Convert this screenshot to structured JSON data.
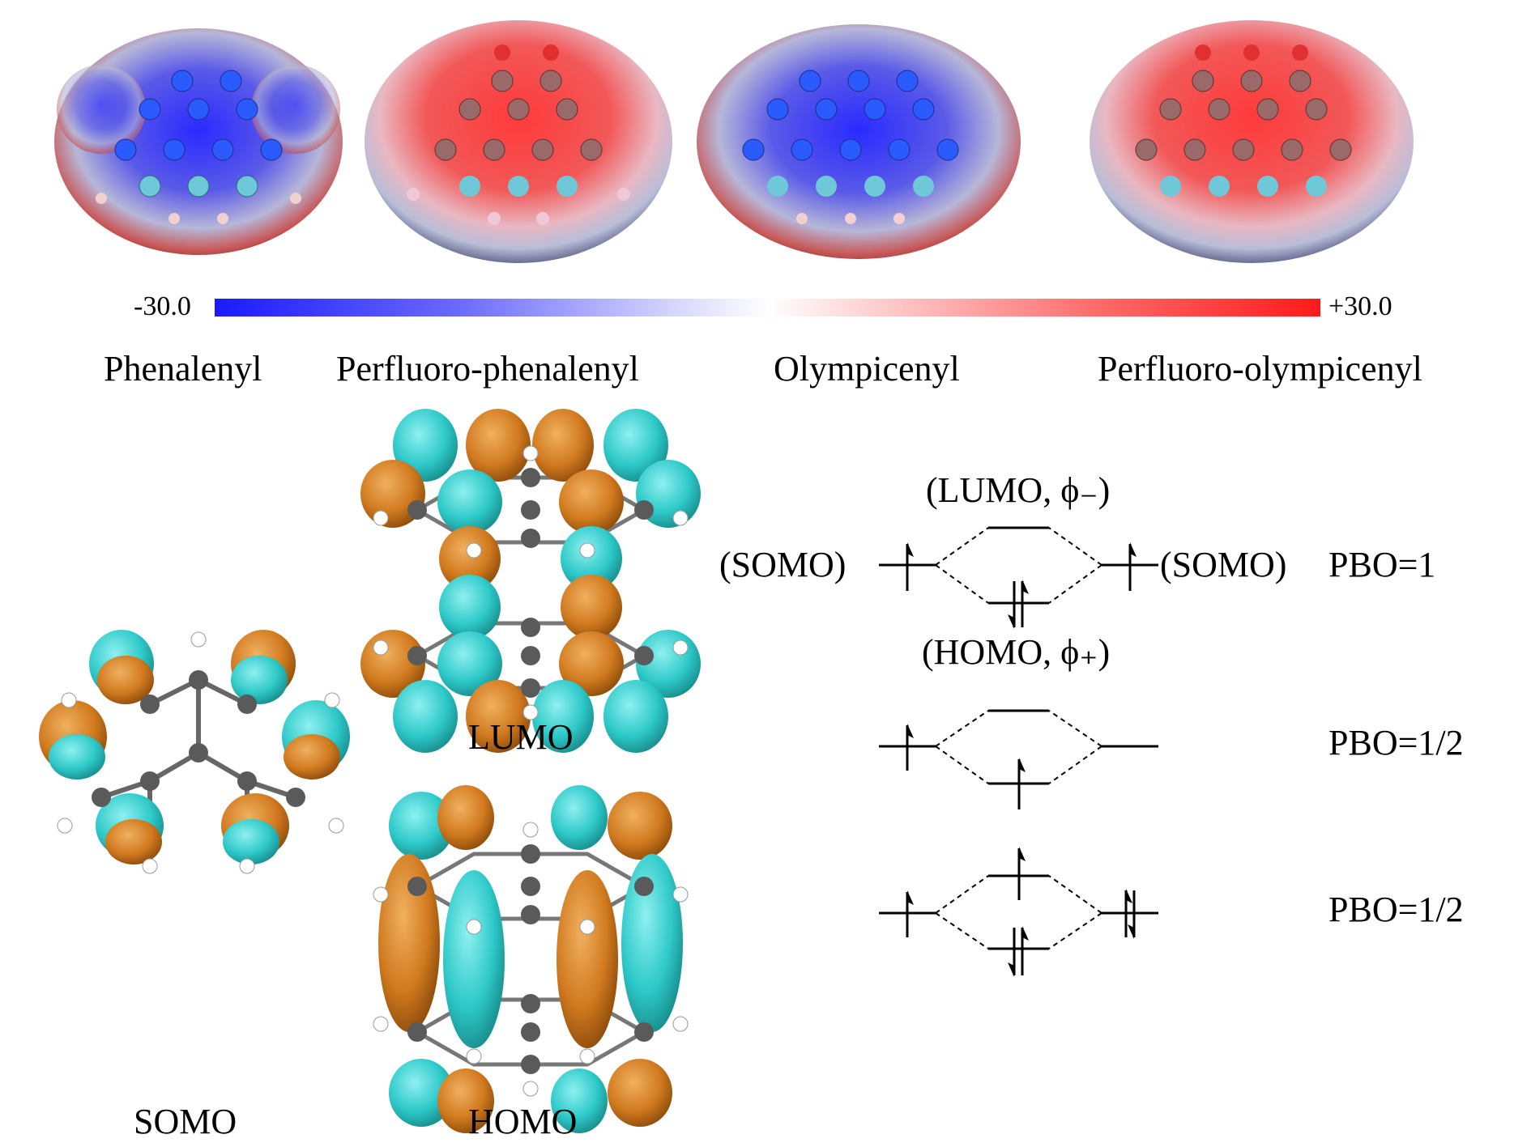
{
  "esp": {
    "scale_min": "-30.0",
    "scale_max": "+30.0",
    "molecules": [
      "Phenalenyl",
      "Perfluoro-phenalenyl",
      "Olympicenyl",
      "Perfluoro-olympicenyl"
    ],
    "colors": {
      "negative": "#1a1aff",
      "positive": "#ff1a1a"
    }
  },
  "orbitals": {
    "labels": {
      "somo": "SOMO",
      "lumo": "LUMO",
      "homo": "HOMO"
    },
    "colors": {
      "lobe_a": "#2ec9c9",
      "lobe_b": "#d17a1f",
      "carbon": "#5a5a5a",
      "hydrogen": "#ffffff"
    }
  },
  "mo_diagram": {
    "lumo_label": "(LUMO, ϕ₋)",
    "homo_label": "(HOMO, ϕ₊)",
    "somo_left": "(SOMO)",
    "somo_right": "(SOMO)",
    "pbo_labels": [
      "PBO=1",
      "PBO=1/2",
      "PBO=1/2"
    ]
  }
}
